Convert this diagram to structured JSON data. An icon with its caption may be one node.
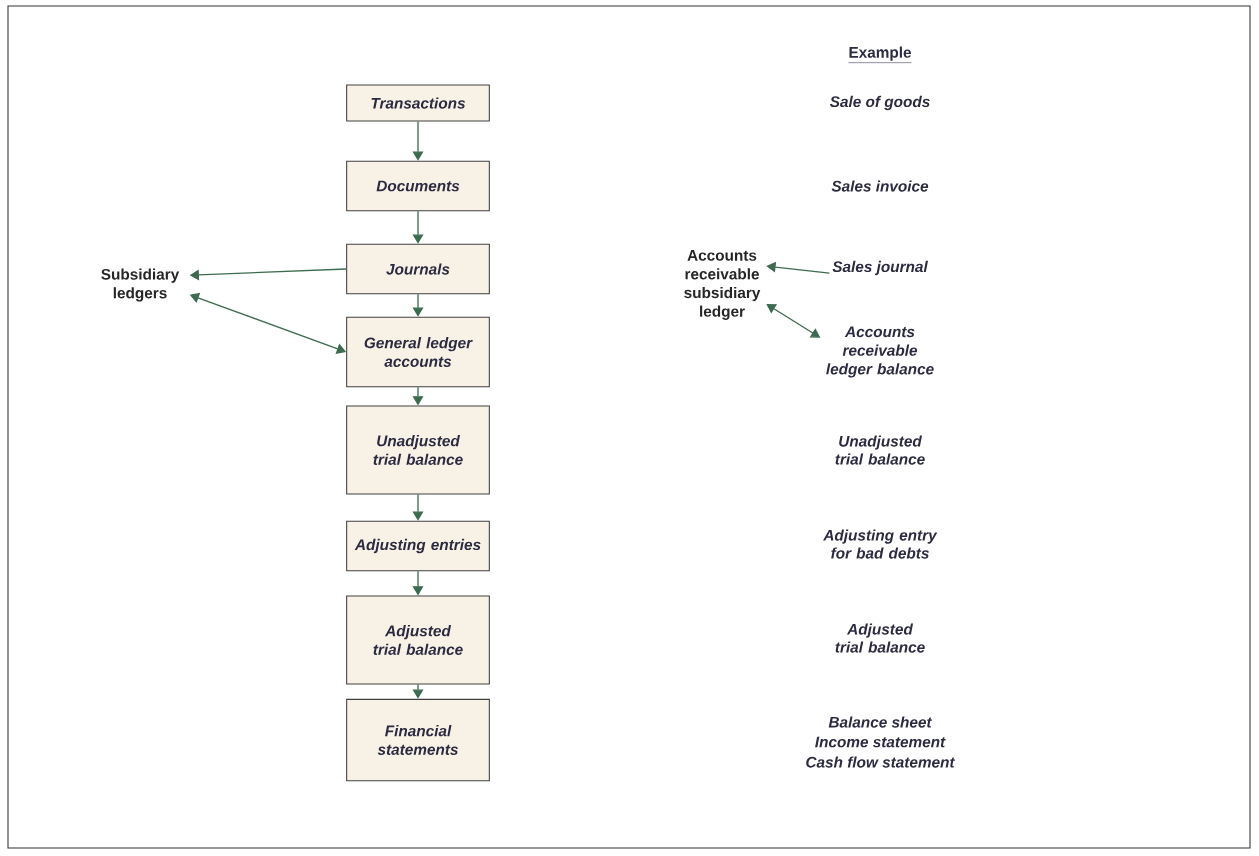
{
  "diagram": {
    "nodes": [
      {
        "text": [
          "Transactions"
        ]
      },
      {
        "text": [
          "Documents"
        ]
      },
      {
        "text": [
          "Journals"
        ]
      },
      {
        "text": [
          "General ledger accounts"
        ]
      },
      {
        "text": [
          "Unadjusted trial balance"
        ]
      },
      {
        "text": [
          "Adjusting entries"
        ]
      },
      {
        "text": [
          "Adjusted trial balance"
        ]
      },
      {
        "text": [
          "Financial statements"
        ]
      },
      {
        "text": [
          "Subsidiary ledgers"
        ]
      },
      {
        "text": [
          "Sales journal"
        ]
      },
      {
        "text": [
          "Accounts receivable subsidiary ledger"
        ]
      },
      {
        "text": [
          "Accounts receivable ledger balance"
        ]
      }
    ],
    "edges": [
      {
        "from": 0,
        "to": 1,
        "arrow": "to"
      },
      {
        "from": 1,
        "to": 2,
        "arrow": "to"
      },
      {
        "from": 2,
        "to": 3,
        "arrow": "to"
      },
      {
        "from": 3,
        "to": 4,
        "arrow": "to"
      },
      {
        "from": 4,
        "to": 5,
        "arrow": "to"
      },
      {
        "from": 5,
        "to": 6,
        "arrow": "to"
      },
      {
        "from": 6,
        "to": 7,
        "arrow": "to"
      },
      {
        "from": 2,
        "to": 8,
        "arrow": "to"
      },
      {
        "from": 8,
        "to": 3,
        "arrow": "both"
      },
      {
        "from": 9,
        "to": 10,
        "arrow": "to"
      },
      {
        "from": 10,
        "to": 11,
        "arrow": "both"
      }
    ],
    "labels": [
      "Example",
      "Sale of goods",
      "Sales invoice",
      "Unadjusted trial balance",
      "Adjusting entry for bad debts",
      "Adjusted trial balance",
      "Balance sheet",
      "Income statement",
      "Cash flow statement"
    ]
  }
}
